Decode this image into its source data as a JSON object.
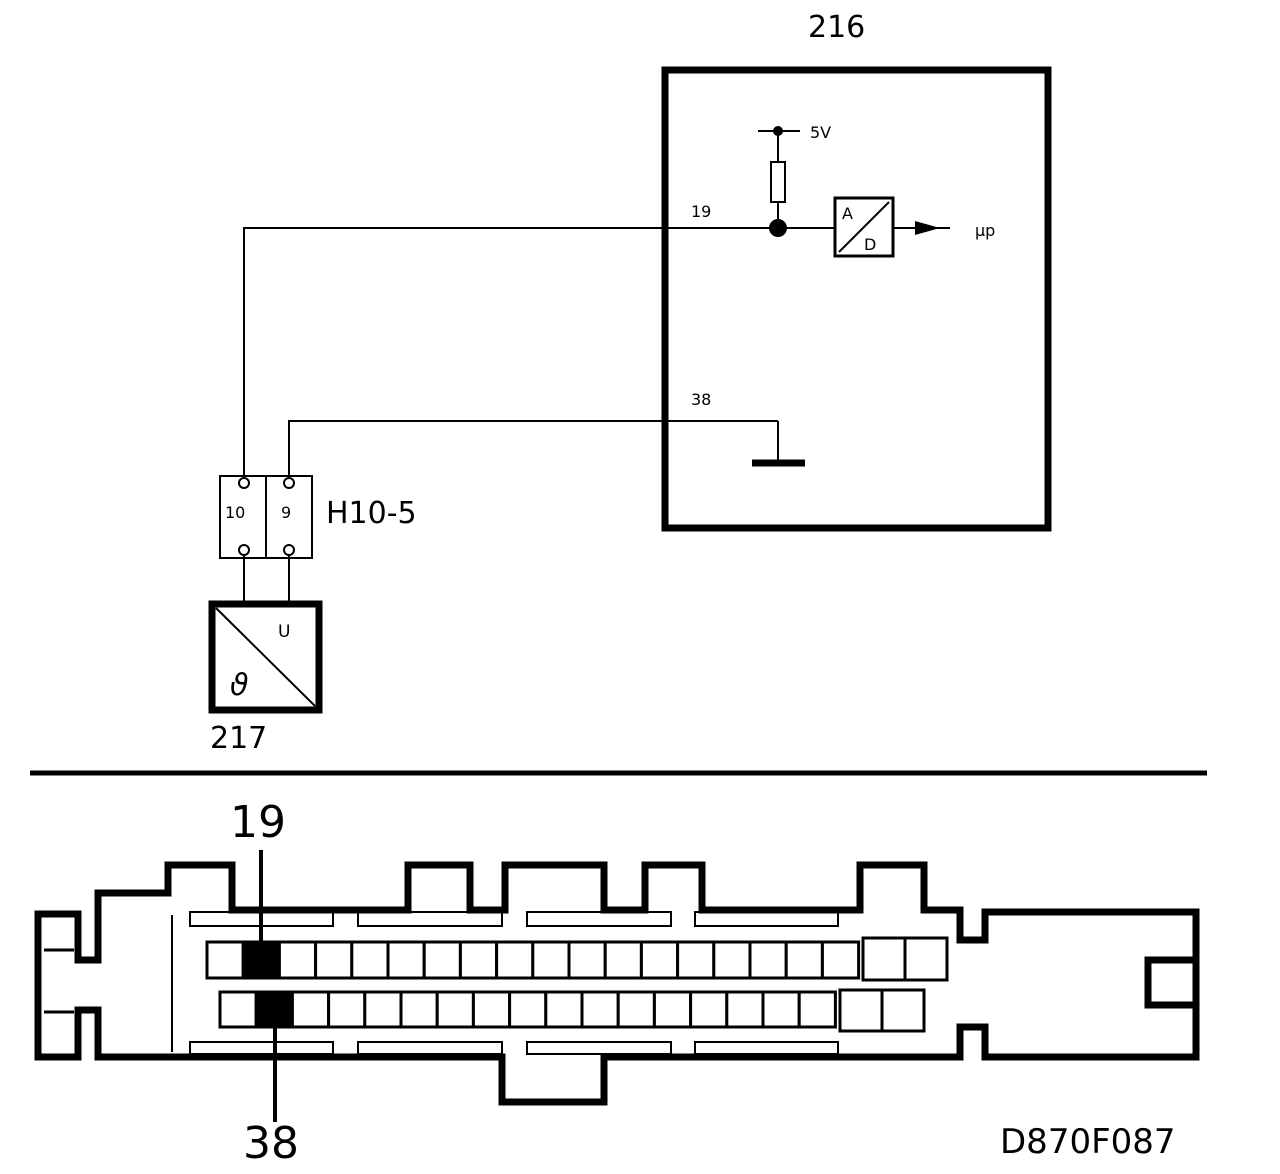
{
  "schematic": {
    "ecu": {
      "label": "216",
      "pin_signal": "19",
      "pin_ground": "38",
      "supply": "5V",
      "adc_top": "A",
      "adc_bottom": "D",
      "output": "µp"
    },
    "connector": {
      "label": "H10-5",
      "pin_left": "10",
      "pin_right": "9"
    },
    "sensor": {
      "label": "217",
      "out_symbol": "U",
      "in_symbol": "ϑ"
    }
  },
  "connector_view": {
    "top_label": "19",
    "bottom_label": "38",
    "highlighted_top_index": 1,
    "highlighted_bottom_index": 1,
    "top_row_count": 18,
    "bottom_row_count": 17
  },
  "drawing_code": "D870F087"
}
